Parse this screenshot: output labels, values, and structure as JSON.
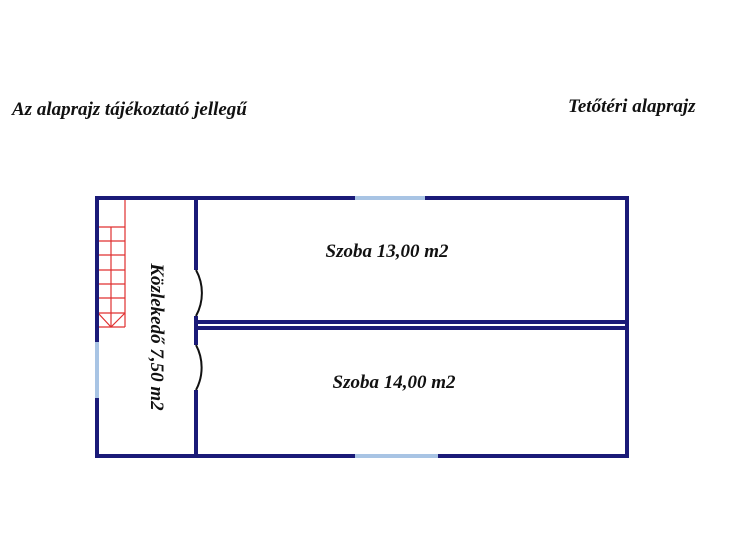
{
  "notice": "Az alaprajz tájékoztató jellegű",
  "title": "Tetőtéri alaprajz",
  "rooms": [
    {
      "name": "Szoba 13,00 m2"
    },
    {
      "name": "Szoba 14,00 m2"
    },
    {
      "name": "Közlekedő 7,50 m2"
    }
  ],
  "colors": {
    "wall": "#1a1a78",
    "window": "#a8c4e4",
    "stairs": "#e03030",
    "door": "#111111"
  }
}
